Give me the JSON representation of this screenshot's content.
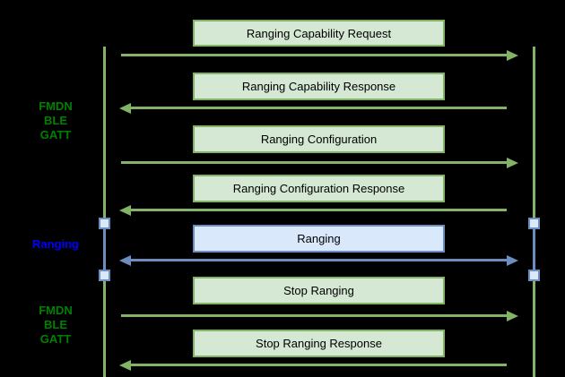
{
  "background_color": "#000000",
  "palette": {
    "green_stroke": "#82b366",
    "green_fill": "#d5e8d4",
    "blue_stroke": "#6c8ebf",
    "blue_fill": "#dae8fc",
    "phase_label_green": "#008000",
    "phase_label_blue": "#0000ff",
    "message_text": "#000000"
  },
  "phases": [
    {
      "lines": [
        "FMDN",
        "BLE",
        "GATT"
      ],
      "color": "#008000"
    },
    {
      "lines": [
        "Ranging"
      ],
      "color": "#0000ff"
    },
    {
      "lines": [
        "FMDN",
        "BLE",
        "GATT"
      ],
      "color": "#008000"
    }
  ],
  "messages": [
    {
      "label": "Ranging Capability Request",
      "direction": "right",
      "style": "green"
    },
    {
      "label": "Ranging Capability Response",
      "direction": "left",
      "style": "green"
    },
    {
      "label": "Ranging Configuration",
      "direction": "right",
      "style": "green"
    },
    {
      "label": "Ranging Configuration Response",
      "direction": "left",
      "style": "green"
    },
    {
      "label": "Ranging",
      "direction": "both",
      "style": "blue"
    },
    {
      "label": "Stop Ranging",
      "direction": "right",
      "style": "green"
    },
    {
      "label": "Stop Ranging Response",
      "direction": "left",
      "style": "green"
    }
  ]
}
